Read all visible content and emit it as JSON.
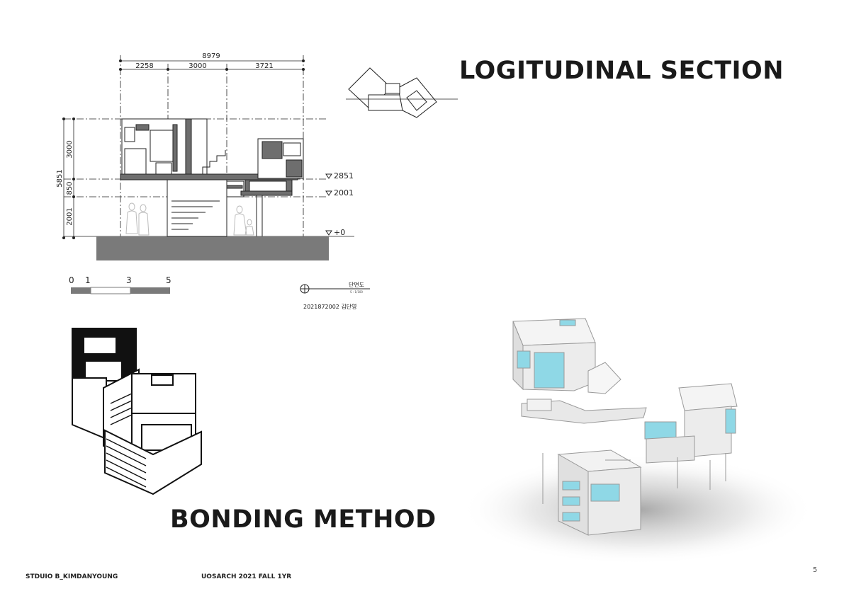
{
  "section": {
    "title": "LOGITUDINAL SECTION",
    "dimensions": {
      "overall_width": "8979",
      "bay_1": "2258",
      "bay_2": "3000",
      "bay_3": "3721",
      "overall_height": "5851",
      "upper_height": "3000",
      "mid_height": "850",
      "lower_height": "2001"
    },
    "levels": [
      "2851",
      "2001",
      "+0"
    ],
    "scale_bar": [
      "0",
      "1",
      "3",
      "5"
    ],
    "drawing_label": "단면도",
    "drawing_sublabel": "S : 1/100",
    "student_id": "2021872002 김단영"
  },
  "bonding": {
    "title": "BONDING METHOD"
  },
  "footer": {
    "left": "STDUIO B_KIMDANYOUNG",
    "center": "UOSARCH 2021 FALL 1YR",
    "page": "5"
  },
  "colors": {
    "ground": "#7a7a7a",
    "wall": "#6e6e6e",
    "glass": "#8fd8e6"
  }
}
